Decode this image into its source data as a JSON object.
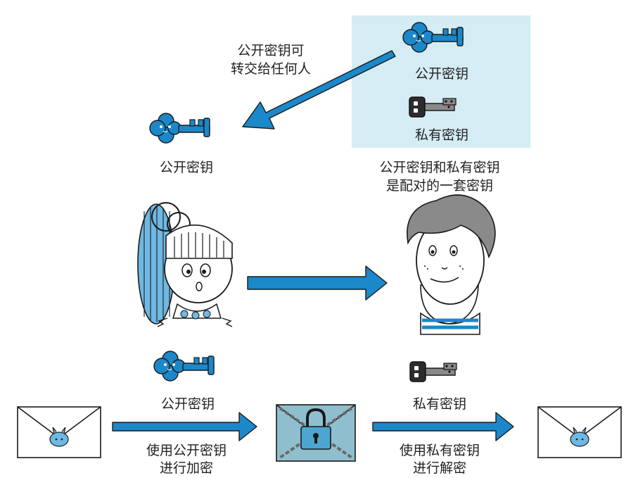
{
  "colors": {
    "accent": "#1b88c9",
    "box": "#d4ecf4",
    "ink": "#222222",
    "key_dark": "#2c2c2c",
    "key_gray": "#8a8a8a"
  },
  "icons": {
    "public_key": "blue-clover-key-icon",
    "private_key": "black-gray-key-icon",
    "envelope": "envelope-icon",
    "locked_envelope": "chained-padlock-envelope-icon",
    "sender": "girl-with-pigtails-icon",
    "receiver": "boy-face-icon"
  },
  "labels": {
    "box_public_key": "公开密钥",
    "box_private_key": "私有密钥",
    "public_key_sent_line1": "公开密钥可",
    "public_key_sent_line2": "转交给任何人",
    "left_public_key": "公开密钥",
    "pair_line1": "公开密钥和私有密钥",
    "pair_line2": "是配对的一套密钥",
    "bottom_public_key": "公开密钥",
    "bottom_private_key": "私有密钥",
    "encrypt_line1": "使用公开密钥",
    "encrypt_line2": "进行加密",
    "decrypt_line1": "使用私有密钥",
    "decrypt_line2": "进行解密"
  }
}
